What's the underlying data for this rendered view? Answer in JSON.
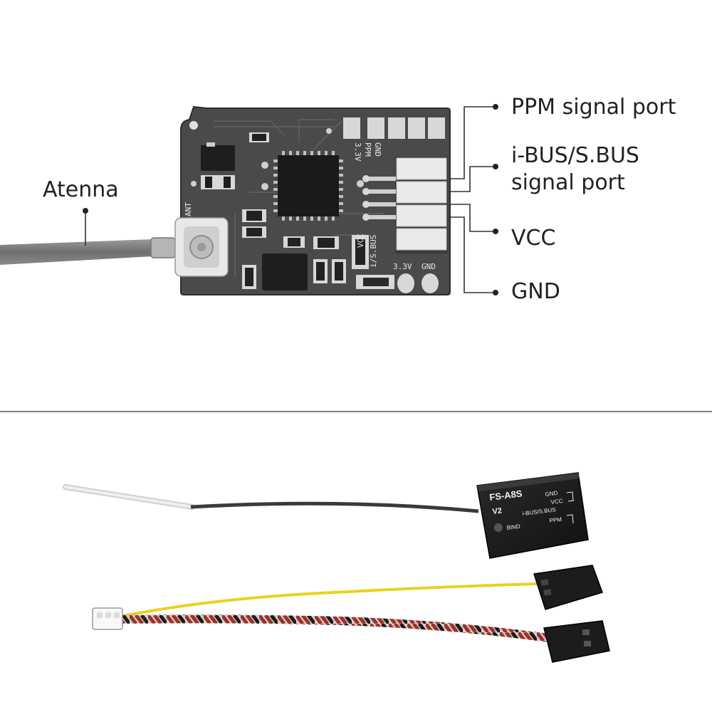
{
  "top_section": {
    "labels": {
      "ppm": "PPM signal port",
      "ibus_line1": "i-BUS/S.BUS",
      "ibus_line2": "signal port",
      "vcc": "VCC",
      "gnd": "GND",
      "antenna": "Atenna"
    },
    "pcb_silkscreen": {
      "gnd": "GND",
      "ppm": "PPM",
      "v33_top": "3.3V",
      "vcc": "VCC",
      "ibus": "i/S.BUS",
      "v33_bottom": "3.3V",
      "gnd_bottom": "GND",
      "ant": "ANT"
    }
  },
  "bottom_section": {
    "case_text": {
      "model": "FS-A8S",
      "version": "V2",
      "gnd": "GND",
      "vcc": "VCC",
      "ibus": "i-BUS/S.BUS",
      "ppm": "PPM",
      "bind": "BIND"
    }
  },
  "colors": {
    "pcb": "#4a4a4a",
    "pad": "#d8d8d8",
    "label_text": "#222222",
    "leader_line": "#333333",
    "cable": "#7a7a7a",
    "wire_yellow": "#e8d21e",
    "wire_red": "#c0392b",
    "wire_black": "#222222",
    "wire_white": "#f5f5f5",
    "divider": "#555555"
  }
}
